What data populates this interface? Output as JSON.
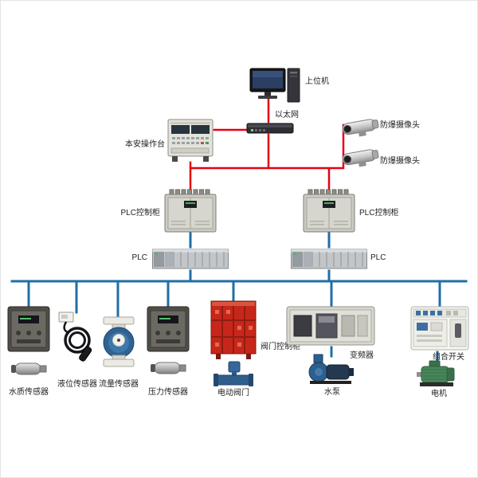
{
  "diagram": {
    "labels": {
      "host_pc": "上位机",
      "ethernet": "以太网",
      "console": "本安操作台",
      "camera_top": "防爆摄像头",
      "camera_bottom": "防爆摄像头",
      "plc_cabinet_left": "PLC控制柜",
      "plc_cabinet_right": "PLC控制柜",
      "plc_left": "PLC",
      "plc_right": "PLC",
      "water_quality_sensor": "水质传感器",
      "level_sensor": "液位传感器",
      "flow_sensor": "流量传感器",
      "pressure_sensor": "压力传感器",
      "valve_control_cabinet": "阀门控制柜",
      "electric_valve": "电动阀门",
      "vfd": "变频器",
      "water_pump": "水泵",
      "combination_switch": "组合开关",
      "motor": "电机"
    },
    "colors": {
      "ethernet_line": "#e60012",
      "fieldbus_line": "#1f6fa5"
    }
  }
}
